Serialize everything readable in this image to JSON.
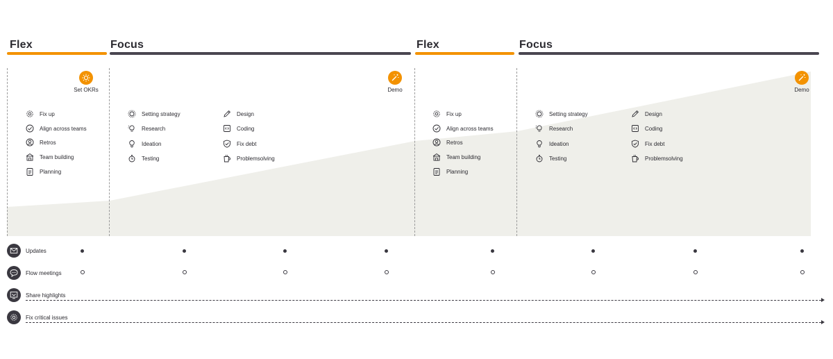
{
  "colors": {
    "flex": "#f39200",
    "focus": "#4a4650",
    "area": "#efefea",
    "dark": "#3a3840"
  },
  "phases": [
    {
      "label": "Flex"
    },
    {
      "label": "Focus"
    },
    {
      "label": "Flex"
    },
    {
      "label": "Focus"
    }
  ],
  "milestones": [
    {
      "label": "Set OKRs",
      "icon": "sun-icon"
    },
    {
      "label": "Demo",
      "icon": "magic-wand-icon"
    },
    {
      "label": "Demo",
      "icon": "magic-wand-icon"
    }
  ],
  "flex_activities": [
    {
      "label": "Fix up",
      "icon": "gear-icon"
    },
    {
      "label": "Align across teams",
      "icon": "check-circle-icon"
    },
    {
      "label": "Retros",
      "icon": "user-circle-icon"
    },
    {
      "label": "Team building",
      "icon": "house-icon"
    },
    {
      "label": "Planning",
      "icon": "clipboard-icon"
    }
  ],
  "focus_activities_left": [
    {
      "label": "Setting strategy",
      "icon": "sun-icon"
    },
    {
      "label": "Research",
      "icon": "lightbulb-icon"
    },
    {
      "label": "Ideation",
      "icon": "bulb-icon"
    },
    {
      "label": "Testing",
      "icon": "stopwatch-icon"
    }
  ],
  "focus_activities_right": [
    {
      "label": "Design",
      "icon": "pencil-icon"
    },
    {
      "label": "Coding",
      "icon": "code-icon"
    },
    {
      "label": "Fix debt",
      "icon": "shield-check-icon"
    },
    {
      "label": "Problemsolving",
      "icon": "coffee-cup-icon"
    }
  ],
  "ritual_rows": [
    {
      "label": "Updates",
      "icon": "mail-icon",
      "marker": "filled"
    },
    {
      "label": "Flow meetings",
      "icon": "chat-icon",
      "marker": "ring"
    },
    {
      "label": "Share highlights",
      "icon": "highlight-icon",
      "marker": "continuous"
    },
    {
      "label": "Fix critical issues",
      "icon": "gear-icon",
      "marker": "continuous"
    }
  ]
}
